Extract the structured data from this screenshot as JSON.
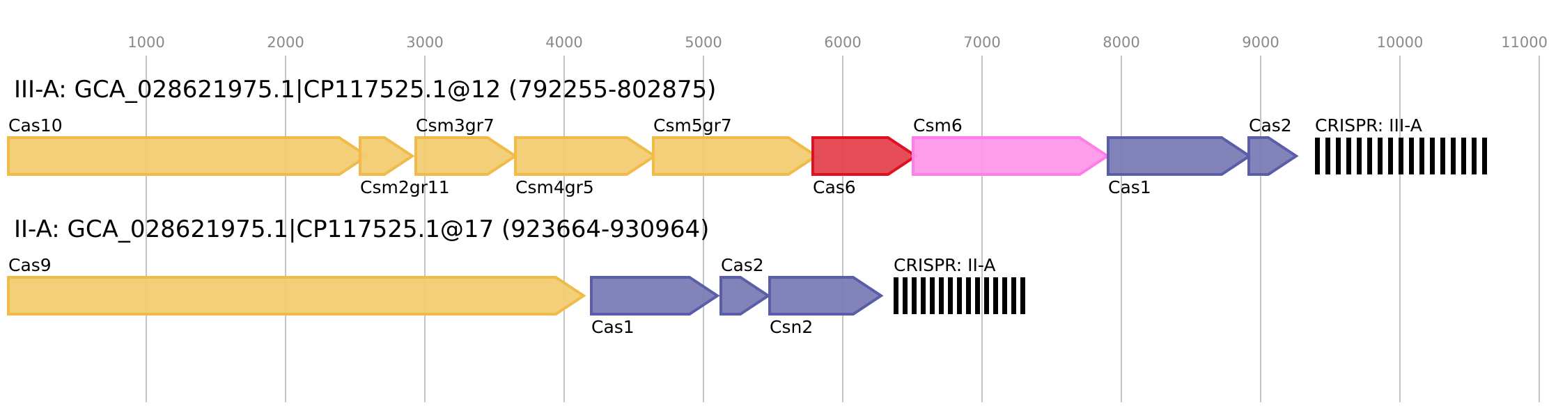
{
  "axis": {
    "ticks": [
      1000,
      2000,
      3000,
      4000,
      5000,
      6000,
      7000,
      8000,
      9000,
      10000,
      11000
    ]
  },
  "colors": {
    "yellow": {
      "fill": "#f2cc72",
      "stroke": "#f0bb48"
    },
    "red": {
      "fill": "#e4434f",
      "stroke": "#e0101e"
    },
    "pink": {
      "fill": "#fe99ea",
      "stroke": "#ff7de8"
    },
    "blue": {
      "fill": "#7b7db5",
      "stroke": "#5a5ea8"
    }
  },
  "loci": [
    {
      "title": "III-A: GCA_028621975.1|CP117525.1@12 (792255-802875)",
      "features": [
        {
          "name": "Cas10",
          "start": 10,
          "end": 2585,
          "color": "yellow",
          "label": "above"
        },
        {
          "name": "Csm2gr11",
          "start": 2535,
          "end": 2910,
          "color": "yellow",
          "label": "below"
        },
        {
          "name": "Csm3gr7",
          "start": 2935,
          "end": 3650,
          "color": "yellow",
          "label": "above"
        },
        {
          "name": "Csm4gr5",
          "start": 3650,
          "end": 4650,
          "color": "yellow",
          "label": "below"
        },
        {
          "name": "Csm5gr7",
          "start": 4640,
          "end": 5810,
          "color": "yellow",
          "label": "above"
        },
        {
          "name": "Cas6",
          "start": 5785,
          "end": 6525,
          "color": "red",
          "label": "below"
        },
        {
          "name": "Csm6",
          "start": 6505,
          "end": 7900,
          "color": "pink",
          "label": "above"
        },
        {
          "name": "Cas1",
          "start": 7905,
          "end": 8920,
          "color": "blue",
          "label": "below"
        },
        {
          "name": "Cas2",
          "start": 8915,
          "end": 9255,
          "color": "blue",
          "label": "above"
        }
      ],
      "crispr": {
        "name": "CRISPR: III-A",
        "start": 9390,
        "repeats": 17,
        "spacing_bp": 75
      }
    },
    {
      "title": "II-A: GCA_028621975.1|CP117525.1@17 (923664-930964)",
      "features": [
        {
          "name": "Cas9",
          "start": 10,
          "end": 4140,
          "color": "yellow",
          "label": "above"
        },
        {
          "name": "Cas1",
          "start": 4195,
          "end": 5100,
          "color": "blue",
          "label": "below"
        },
        {
          "name": "Cas2",
          "start": 5125,
          "end": 5465,
          "color": "blue",
          "label": "above"
        },
        {
          "name": "Csn2",
          "start": 5475,
          "end": 6275,
          "color": "blue",
          "label": "below"
        }
      ],
      "crispr": {
        "name": "CRISPR: II-A",
        "start": 6365,
        "repeats": 15,
        "spacing_bp": 65
      }
    }
  ]
}
